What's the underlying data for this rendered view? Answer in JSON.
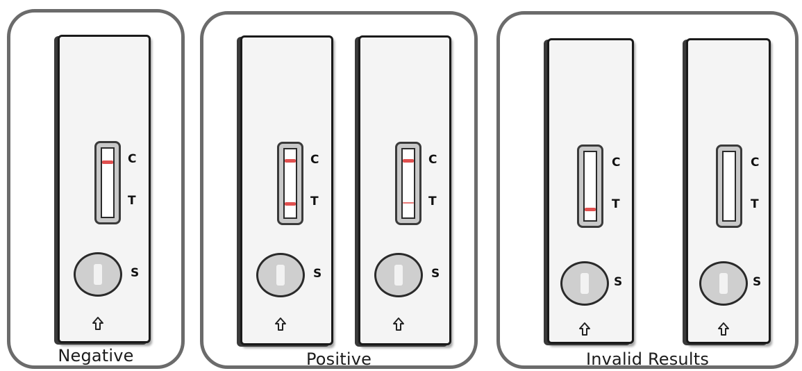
{
  "groups": [
    {
      "label": "Negative",
      "cassettes": [
        {
          "lines": {
            "control": "strong",
            "test": "none"
          }
        }
      ]
    },
    {
      "label": "Positive",
      "cassettes": [
        {
          "lines": {
            "control": "strong",
            "test": "strong"
          }
        },
        {
          "lines": {
            "control": "strong",
            "test": "faint"
          }
        }
      ]
    },
    {
      "label": "Invalid Results",
      "cassettes": [
        {
          "lines": {
            "control": "none",
            "test": "strong"
          }
        },
        {
          "lines": {
            "control": "none",
            "test": "none"
          }
        }
      ]
    }
  ],
  "cassette_marks": {
    "control": "C",
    "test": "T",
    "sample": "S"
  },
  "icons": {
    "flow_arrow": "up-arrow-icon"
  },
  "colors": {
    "result_line": "#e0504f",
    "faint_line": "#e87a78",
    "frame": "#6b6b6b"
  }
}
